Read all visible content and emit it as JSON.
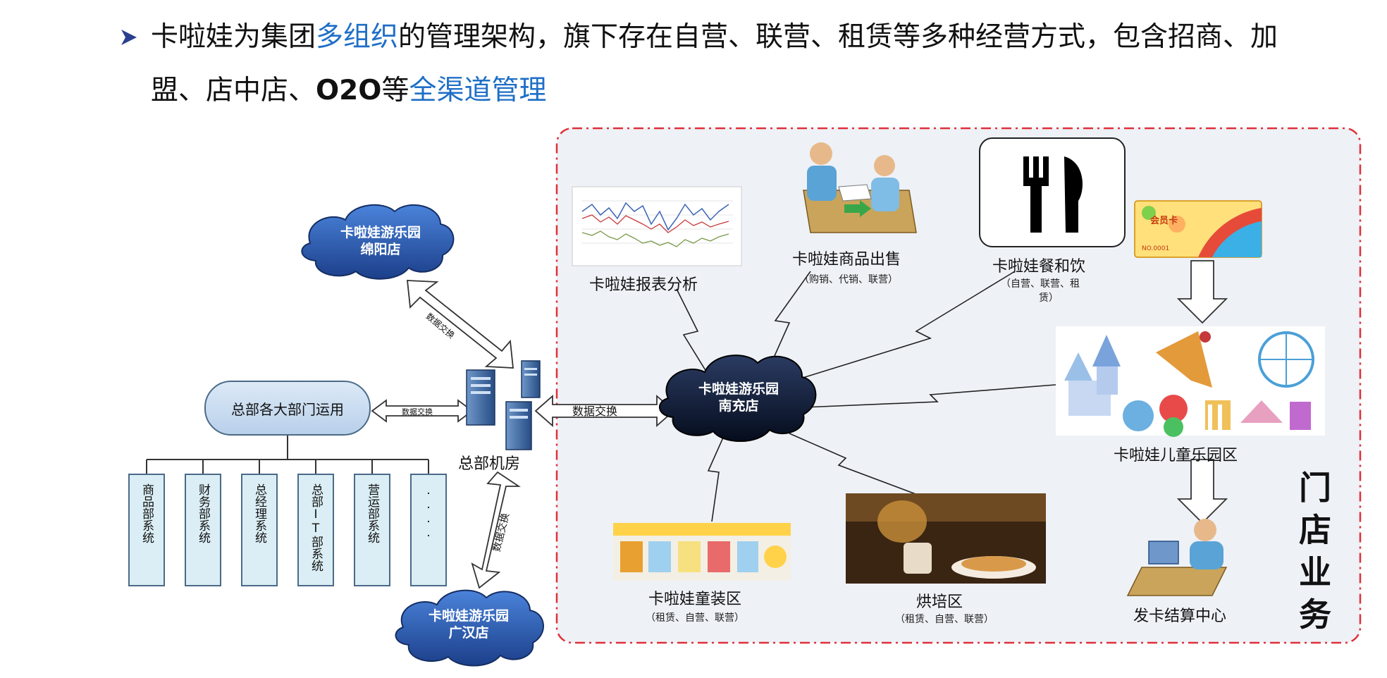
{
  "heading": {
    "line1_pre": "卡啦娃为集团",
    "line1_blue": "多组织",
    "line1_post": "的管理架构，旗下存在自营、联营、租赁等多种经营方式，包含招商、加",
    "line2_pre": "盟、店中店、",
    "line2_bold": "O2O",
    "line2_mid": "等",
    "line2_blue": "全渠道管理"
  },
  "clouds": {
    "mianyang": {
      "line1": "卡啦娃游乐园",
      "line2": "绵阳店"
    },
    "nanchong": {
      "line1": "卡啦娃游乐园",
      "line2": "南充店"
    },
    "guanghan": {
      "line1": "卡啦娃游乐园",
      "line2": "广汉店"
    }
  },
  "hq": {
    "box_label": "总部各大部门运用",
    "server_label": "总部机房",
    "departments": [
      "商品部系统",
      "财务部系统",
      "总经理系统",
      "总部IT部系统",
      "营运部系统",
      "...."
    ]
  },
  "arrows": {
    "exchange_top": "数据交换",
    "exchange_left": "数据交换",
    "exchange_mid": "数据交换",
    "exchange_bottom": "数据交换"
  },
  "store": {
    "title": "门店业务",
    "report": {
      "label": "卡啦娃报表分析"
    },
    "goods": {
      "label": "卡啦娃商品出售",
      "sub": "（购销、代销、联营）"
    },
    "dining": {
      "label": "卡啦娃餐和饮",
      "sub1": "（自营、联营、租",
      "sub2": "赁）"
    },
    "card": {
      "text": "会员卡",
      "no": "NO.0001"
    },
    "park": {
      "label": "卡啦娃儿童乐园区"
    },
    "settle": {
      "label": "发卡结算中心"
    },
    "bakery": {
      "label": "烘培区",
      "sub": "（租赁、自营、联营）"
    },
    "kids": {
      "label": "卡啦娃童装区",
      "sub": "（租赁、自营、联营）"
    }
  },
  "colors": {
    "accent_blue": "#1f6fc7",
    "dashed_border": "#e0303a",
    "panel_bg": "#eef1f6",
    "cloud_dark": "#0e1e3c",
    "cloud_blue": "#3a6fc9"
  }
}
